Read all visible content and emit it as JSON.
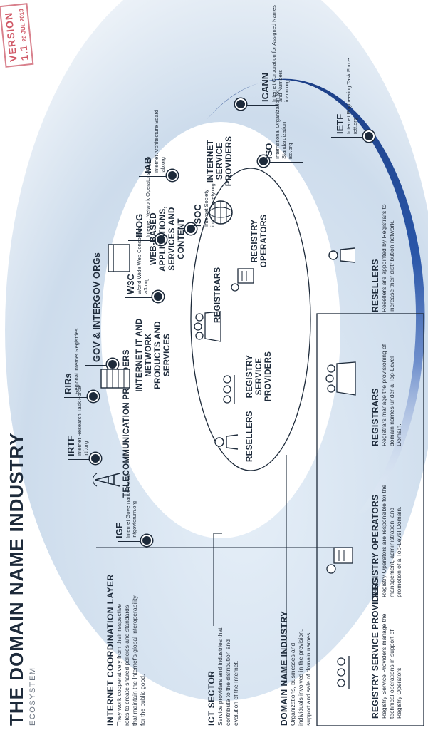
{
  "header": {
    "title": "THE DOMAIN NAME INDUSTRY",
    "subtitle": "ECOSYSTEM"
  },
  "stamp": {
    "label": "VERSION",
    "version": "1.1",
    "date": "20 JUL 2013"
  },
  "layers": [
    {
      "title": "INTERNET COORDINATION LAYER",
      "description": "They work cooperatively from their respective roles to create shared policies and standards that maintain the Internet's global interoperability for the public good."
    },
    {
      "title": "ICT SECTOR",
      "description": "Service providers and industries that contribute to the distribution and evolution of the Internet."
    },
    {
      "title": "DOMAIN NAME INDUSTRY",
      "description": "Organizations, businesses and individuals involved in the provision, support and sale of domain names."
    }
  ],
  "organizations": [
    {
      "abbr": "IGF",
      "name": "Internet Governance Forum",
      "url": "intgovforum.org"
    },
    {
      "abbr": "IRTF",
      "name": "Internet Research Task Force",
      "url": "irtf.org"
    },
    {
      "abbr": "RIRs",
      "name": "Regional Internet Registries",
      "url": ""
    },
    {
      "abbr": "GOV & INTERGOV ORGs",
      "name": "",
      "url": ""
    },
    {
      "abbr": "W3C",
      "name": "World Wide Web Consortium",
      "url": "w3.org"
    },
    {
      "abbr": "INOG",
      "name": "Internet Network Operators Group",
      "url": ""
    },
    {
      "abbr": "IAB",
      "name": "Internet Architecture Board",
      "url": "iab.org"
    },
    {
      "abbr": "ISOC",
      "name": "Internet Society",
      "url": "internetsociety.org"
    },
    {
      "abbr": "ISO",
      "name": "International Organization for Standardization",
      "url": "iso.org"
    },
    {
      "abbr": "IETF",
      "name": "Internet Engineering Task Force",
      "url": "ietf.org"
    },
    {
      "abbr": "ICANN",
      "name": "Internet Corporation for Assigned Names and Numbers",
      "url": "icann.org"
    }
  ],
  "ict_sectors": [
    {
      "label": "TELECOMMUNICATION PROVIDERS",
      "icon": "antenna-icon"
    },
    {
      "label": "INTERNET IT AND NETWORK PRODUCTS AND SERVICES",
      "icon": "server-icon"
    },
    {
      "label": "WEB-BASED APPLICATIONS, SERVICES AND CONTENT",
      "icon": "browser-window-icon"
    },
    {
      "label": "INTERNET SERVICE PROVIDERS",
      "icon": "globe-icon"
    }
  ],
  "dni_roles": [
    {
      "label": "RESELLERS",
      "icon": "person-icon"
    },
    {
      "label": "REGISTRY SERVICE PROVIDERS",
      "icon": "server-rack-icon"
    },
    {
      "label": "REGISTRARS",
      "icon": "people-group-icon"
    },
    {
      "label": "REGISTRY OPERATORS",
      "icon": "operator-desk-icon"
    }
  ],
  "legend": [
    {
      "title": "REGISTRY SERVICE PROVIDERS",
      "description": "Registry Service Providers manage the technical operations in support of Registry Operators.",
      "icon": "server-rack-icon"
    },
    {
      "title": "REGISTRY OPERATORS",
      "description": "Registry Operators are responsible for the management, administration, and promotion of a Top-Level Domain.",
      "icon": "operator-desk-icon"
    },
    {
      "title": "REGISTRARS",
      "description": "Registrars manage the provisioning of domain names under a Top-Level Domain.",
      "icon": "people-group-icon"
    },
    {
      "title": "RESELLERS",
      "description": "Resellers are appointed by Registrars to increase their distribution network.",
      "icon": "person-icon"
    }
  ],
  "colors": {
    "ink": "#1d2a3a",
    "outer_ellipse_light": "#dfeaf5",
    "outer_ellipse_dark": "#b9cde3",
    "ring_blue": "#2a56a8",
    "stamp_red": "#d05866"
  }
}
